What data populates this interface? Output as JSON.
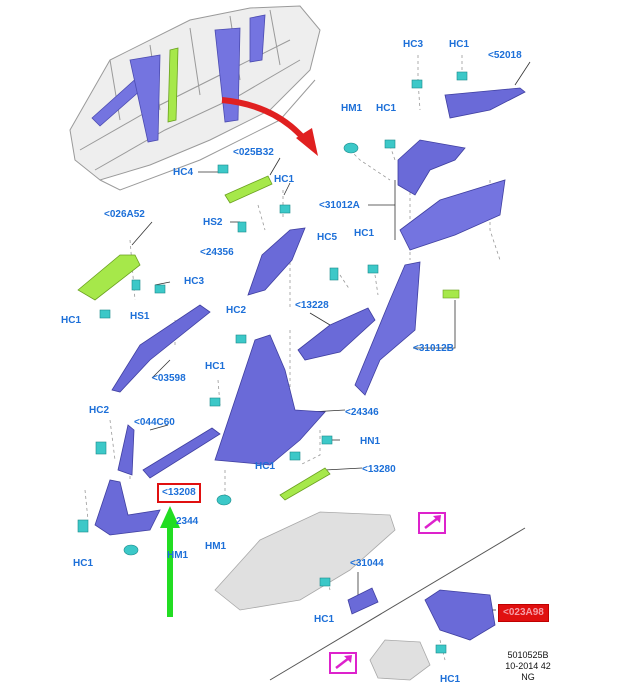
{
  "labels": {
    "hc3_top": "HC3",
    "hc1_top": "HC1",
    "p52018": "<52018",
    "hm1_top": "HM1",
    "hc1_mid_top": "HC1",
    "p025b32": "<025B32",
    "hc4": "HC4",
    "hc1_b": "HC1",
    "p31012a": "<31012A",
    "hs2": "HS2",
    "p026a52": "<026A52",
    "hc5": "HC5",
    "hc1_c": "HC1",
    "p24356": "<24356",
    "hc3_left": "HC3",
    "hs1": "HS1",
    "hc1_left": "HC1",
    "p13228": "<13228",
    "hc2_mid": "HC2",
    "p31012b": "<31012B",
    "p03598": "<03598",
    "hc1_mid": "HC1",
    "hc2_left": "HC2",
    "p044c60": "<044C60",
    "p24346": "<24346",
    "hn1": "HN1",
    "hc1_center": "HC1",
    "p13280": "<13280",
    "p13208": "<13208",
    "p2344": "2344",
    "hm1_mid": "HM1",
    "hm1_low": "HM1",
    "hc1_low_left": "HC1",
    "p31044": "<31044",
    "hc1_low_center": "HC1",
    "p023a98": "<023A98",
    "hc1_bottom": "HC1"
  },
  "footer": {
    "line1": "5010525B",
    "line2": "10-2014 42",
    "line3": "NG"
  },
  "colors": {
    "part_blue": "#6a6ad8",
    "part_green": "#a6e84a",
    "clip_cyan": "#3cc8c8",
    "label_blue": "#1c6fd8",
    "highlight_red": "#e01010",
    "arrow_green": "#22dd22",
    "callout_magenta": "#dd22cc"
  },
  "icons": [
    "reference-arrow-icon",
    "reference-arrow-icon-lower"
  ]
}
